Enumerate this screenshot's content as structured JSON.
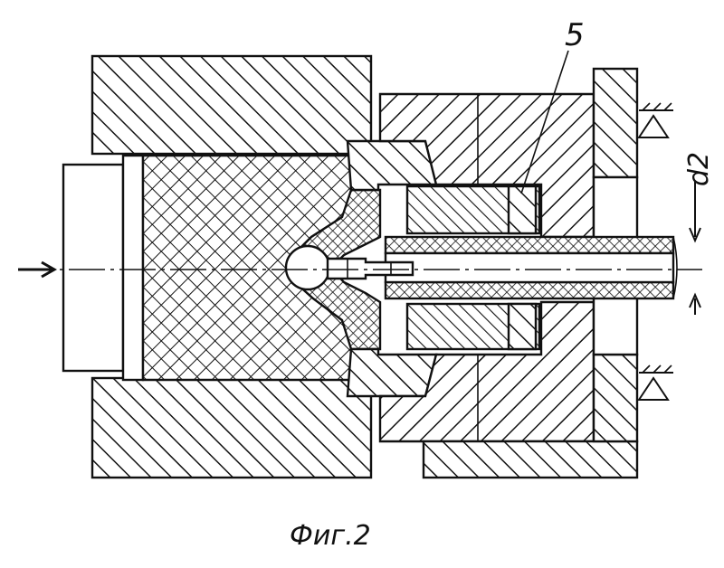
{
  "figure": {
    "caption": "Фиг.2",
    "part_label": "5",
    "dimension_label": "d2"
  },
  "colors": {
    "ink": "#111111",
    "paper": "#ffffff"
  }
}
